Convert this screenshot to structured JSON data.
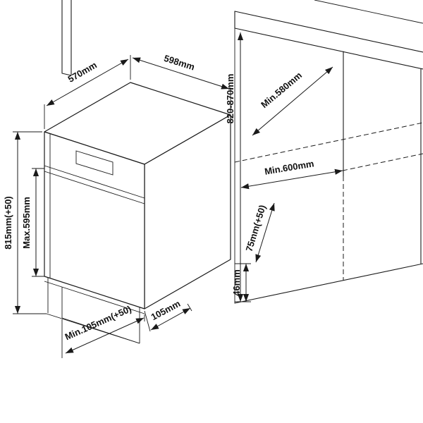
{
  "diagram": {
    "dims": {
      "depth_top": "570mm",
      "width_top": "598mm",
      "niche_height": "820-870mm",
      "niche_depth_upper": "Min.580mm",
      "niche_depth_lower": "Min.600mm",
      "appliance_height": "815mm(+50)",
      "door_height": "Max.595mm",
      "rear_clearance": "75mm(+50)",
      "base_height": "46mm",
      "plinth_depth": "105mm",
      "plinth_depth_min": "Min.105mm(+50)"
    },
    "colors": {
      "line": "#1a1a1a",
      "background": "#ffffff"
    }
  }
}
